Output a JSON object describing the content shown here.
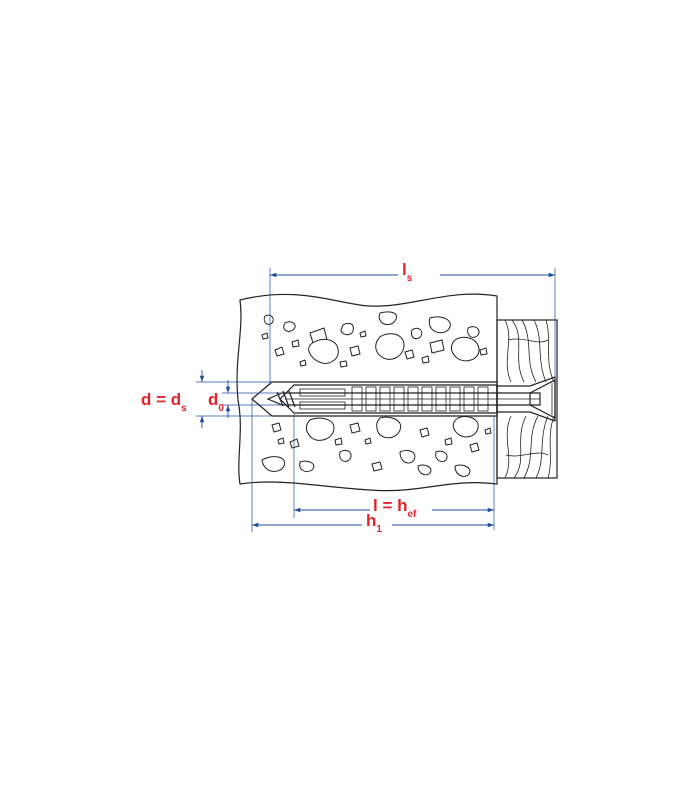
{
  "labels": {
    "ls": {
      "main": "l",
      "sub": "s"
    },
    "d_ds": {
      "main": "d = d",
      "sub": "s"
    },
    "d0": {
      "main": "d",
      "sub": "0"
    },
    "l_hef": {
      "main": "l = h",
      "sub": "ef"
    },
    "h1": {
      "main": "h",
      "sub": "1"
    }
  },
  "colors": {
    "label": "#e3242b",
    "dimension": "#1d4fa0",
    "outline": "#222222"
  }
}
